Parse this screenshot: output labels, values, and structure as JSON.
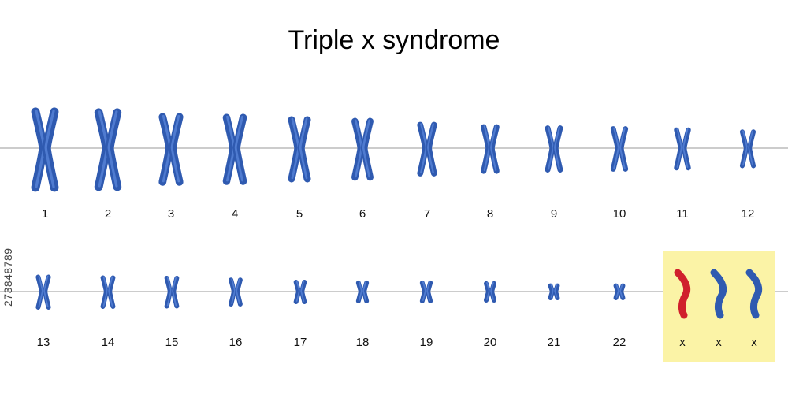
{
  "title": "Triple x syndrome",
  "watermark": "273848789",
  "colors": {
    "chromosome": "#2f5ab0",
    "chromosome_dark": "#1e3f86",
    "highlight_chromosome": "#d0202c",
    "highlight_box": "#fbf3a6",
    "baseline": "#999999"
  },
  "row1": [
    {
      "label": "1",
      "size": 1.0
    },
    {
      "label": "2",
      "size": 0.98
    },
    {
      "label": "3",
      "size": 0.86
    },
    {
      "label": "4",
      "size": 0.84
    },
    {
      "label": "5",
      "size": 0.78
    },
    {
      "label": "6",
      "size": 0.74
    },
    {
      "label": "7",
      "size": 0.64
    },
    {
      "label": "8",
      "size": 0.58
    },
    {
      "label": "9",
      "size": 0.55
    },
    {
      "label": "10",
      "size": 0.53
    },
    {
      "label": "11",
      "size": 0.5
    },
    {
      "label": "12",
      "size": 0.45
    }
  ],
  "row2": [
    {
      "label": "13",
      "size": 0.4
    },
    {
      "label": "14",
      "size": 0.38
    },
    {
      "label": "15",
      "size": 0.37
    },
    {
      "label": "16",
      "size": 0.32
    },
    {
      "label": "17",
      "size": 0.26
    },
    {
      "label": "18",
      "size": 0.24
    },
    {
      "label": "19",
      "size": 0.24
    },
    {
      "label": "20",
      "size": 0.22
    },
    {
      "label": "21",
      "size": 0.16
    },
    {
      "label": "22",
      "size": 0.16
    }
  ],
  "sex_chromosomes": [
    {
      "label": "x",
      "highlighted": true
    },
    {
      "label": "x",
      "highlighted": false
    },
    {
      "label": "x",
      "highlighted": false
    }
  ]
}
